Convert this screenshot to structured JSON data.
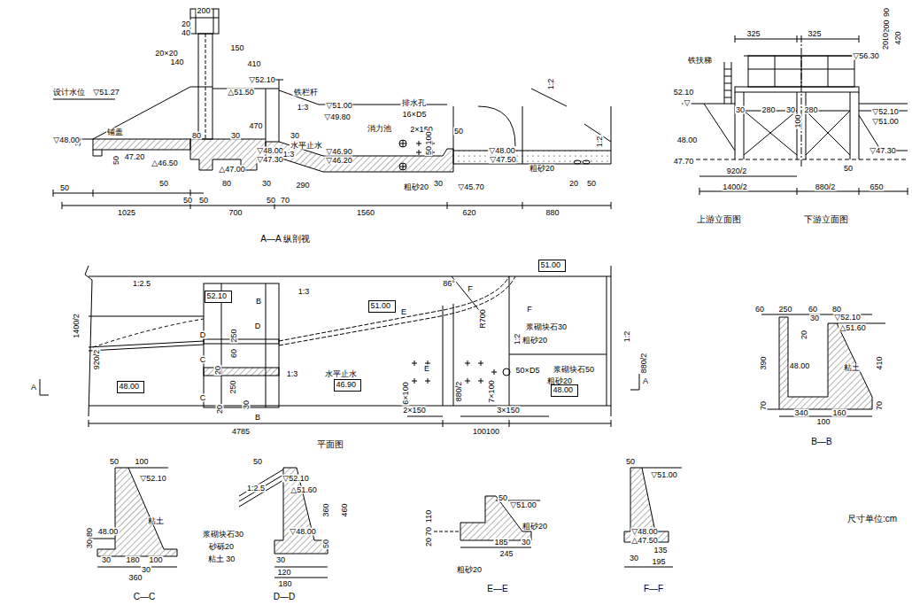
{
  "diagram": {
    "nodes": [
      {
        "text": [
          "52.10"
        ]
      },
      {
        "text": [
          "51.00"
        ]
      },
      {
        "text": [
          "51.00"
        ]
      },
      {
        "text": [
          "48.00"
        ]
      },
      {
        "text": [
          "46.90"
        ]
      },
      {
        "text": [
          "48.00"
        ]
      }
    ],
    "labels": [
      "200",
      "20",
      "40",
      "150",
      "20×20",
      "140",
      "410",
      "▽52.10",
      "△51.50",
      "铁栏杆",
      "设计水位",
      "▽51.27",
      "1:3",
      "▽51.00",
      "▽49.80",
      "排水孔",
      "16×D5",
      "2×150",
      "50",
      "铺盖",
      "30",
      "80",
      "30",
      "470",
      "30",
      "水平止水",
      "消力池",
      "100",
      "50",
      "▽48.00",
      "▽48.00",
      "▽47.30",
      "1:3",
      "▽46.90",
      "▽46.20",
      "▽48.00",
      "▽47.50",
      "47.20",
      "△46.50",
      "50",
      "△47.00",
      "1:2",
      "1:2",
      "粗砂20",
      "▽45.70",
      "30",
      "粗砂20",
      "20",
      "50",
      "50",
      "50",
      "50",
      "50",
      "80",
      "30",
      "290",
      "50",
      "70",
      "1025",
      "700",
      "1560",
      "620",
      "880",
      "A—A 纵剖视",
      "325",
      "325",
      "90",
      "200",
      "10",
      "20",
      "420",
      "▽56.30",
      "铁扶梯",
      "52.10",
      "▽",
      "30",
      "280",
      "30",
      "280",
      "100",
      "▽52.10",
      "▽51.00",
      "48.00",
      "47.70",
      "▽47.30",
      "920/2",
      "50",
      "1400/2",
      "880/2",
      "650",
      "上游立面图",
      "下游立面图",
      "1:2.5",
      "B",
      "1:3",
      "D",
      "D",
      "C",
      "C",
      "250",
      "60",
      "250",
      "20",
      "20",
      "30",
      "B",
      "1400/2",
      "920/2",
      "A",
      "A",
      "1:3",
      "水平止水",
      "E",
      "F",
      "F",
      "E",
      "86°",
      "R700",
      "1:2",
      "1:2",
      "浆砌块石30",
      "粗砂20",
      "浆砌块石50",
      "粗砂20",
      "50×D5",
      "6×100",
      "880/2",
      "7×100",
      "880/2",
      "2×150",
      "3×150",
      "4785",
      "100100",
      "平面图",
      "60",
      "250",
      "60",
      "80",
      "30",
      "▽52.10",
      "20",
      "△51.60",
      "390",
      "410",
      "48.00",
      "粘土",
      "70",
      "70",
      "340",
      "160",
      "100",
      "B—B",
      "50",
      "100",
      "▽52.10",
      "粘土",
      "80",
      "30",
      "48.00",
      "30",
      "180",
      "30",
      "100",
      "360",
      "C—C",
      "50",
      "1:2.5",
      "▽52.10",
      "△51.60",
      "360",
      "460",
      "50",
      "▽48.00",
      "浆砌块石30",
      "砂砾20",
      "粘土 30",
      "30",
      "120",
      "180",
      "D—D",
      "50",
      "▽51.00",
      "粗砂20",
      "110",
      "70",
      "20",
      "粗砂20",
      "185",
      "30",
      "245",
      "E—E",
      "50",
      "▽51.00",
      "▽48.00",
      "△47.50",
      "30",
      "135",
      "195",
      "F—F",
      "尺寸单位:cm"
    ]
  }
}
